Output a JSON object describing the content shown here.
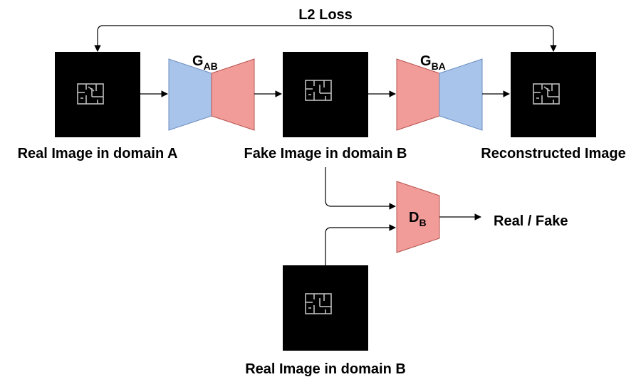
{
  "labels": {
    "loss": "L2 Loss",
    "real_a": "Real Image in domain A",
    "fake_b": "Fake Image in domain B",
    "reconstructed": "Reconstructed Image",
    "real_b": "Real Image in domain B",
    "output": "Real / Fake"
  },
  "blocks": {
    "g_ab": {
      "symbol": "G",
      "subscript": "AB"
    },
    "g_ba": {
      "symbol": "G",
      "subscript": "BA"
    },
    "d_b": {
      "symbol": "D",
      "subscript": "B"
    }
  },
  "colors": {
    "encoder_blue": "#a9c4eb",
    "decoder_red": "#f19c99",
    "image_background": "#000000"
  }
}
